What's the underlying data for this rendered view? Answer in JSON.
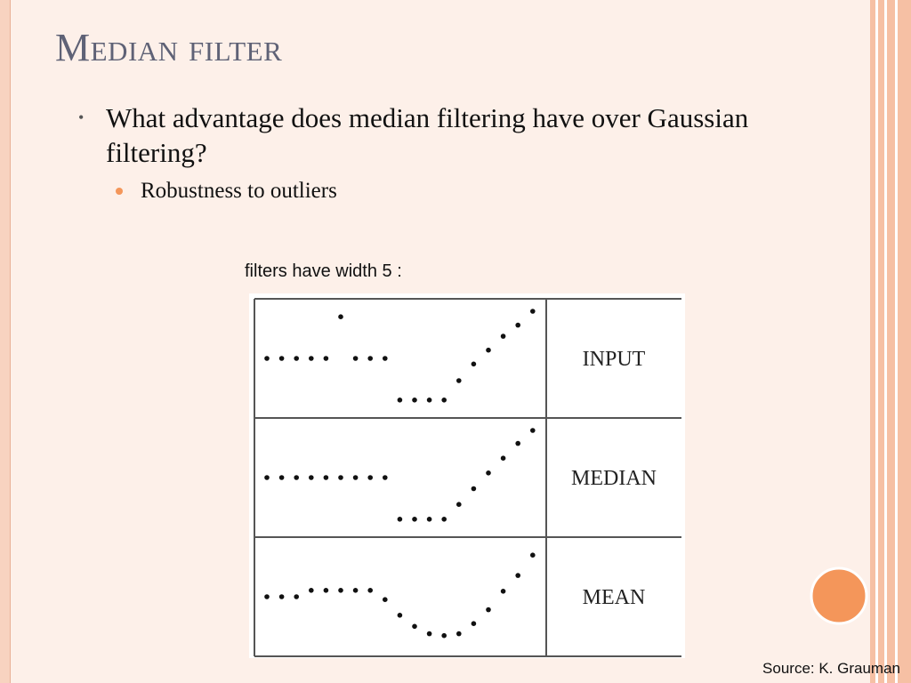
{
  "slide": {
    "title": "Median filter",
    "bullet": "What advantage does median filtering have over Gaussian filtering?",
    "sub_bullet": "Robustness to outliers",
    "source": "Source: K. Grauman"
  },
  "figure": {
    "caption": "filters have width 5 :",
    "rows": [
      {
        "label": "INPUT",
        "signal": [
          0.51,
          0.51,
          0.51,
          0.51,
          0.51,
          0.06,
          0.51,
          0.51,
          0.51,
          0.96,
          0.96,
          0.96,
          0.96,
          0.75,
          0.57,
          0.42,
          0.27,
          0.15,
          0.0
        ]
      },
      {
        "label": "MEDIAN",
        "signal": [
          0.51,
          0.51,
          0.51,
          0.51,
          0.51,
          0.51,
          0.51,
          0.51,
          0.51,
          0.96,
          0.96,
          0.96,
          0.96,
          0.8,
          0.63,
          0.46,
          0.3,
          0.14,
          0.0
        ]
      },
      {
        "label": "MEAN",
        "signal": [
          0.51,
          0.51,
          0.51,
          0.44,
          0.44,
          0.44,
          0.44,
          0.44,
          0.54,
          0.71,
          0.83,
          0.91,
          0.93,
          0.91,
          0.8,
          0.65,
          0.45,
          0.28,
          0.06
        ]
      }
    ]
  },
  "theme": {
    "accent": "#f4965a",
    "border_stripe": "#f6c2a8",
    "title_color": "#5f6276"
  }
}
